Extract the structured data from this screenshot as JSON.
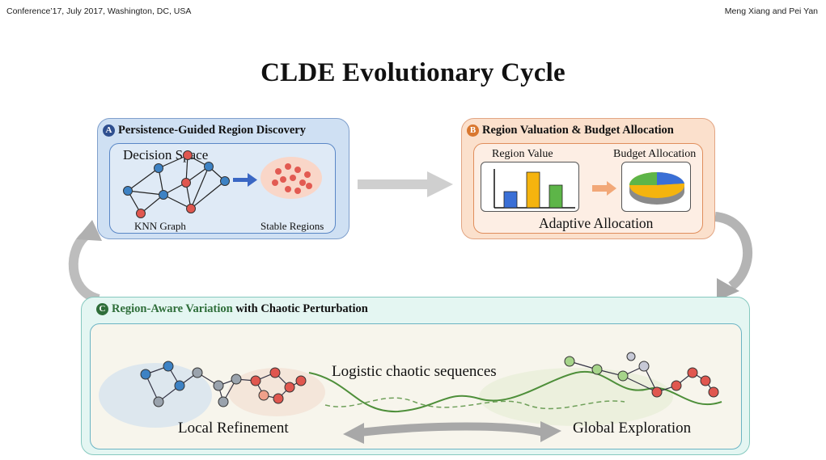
{
  "header": {
    "left": "Conference’17, July 2017, Washington, DC, USA",
    "right": "Meng Xiang and Pei Yan"
  },
  "title": "CLDE Evolutionary Cycle",
  "panel_a": {
    "badge": "A",
    "title": "Persistence-Guided Region Discovery",
    "inner_title": "Decision Space",
    "graph_label": "KNN Graph",
    "regions_label": "Stable Regions"
  },
  "panel_b": {
    "badge": "B",
    "title": "Region Valuation & Budget Allocation",
    "region_value": "Region Value",
    "budget_allocation": "Budget Allocation",
    "adaptive": "Adaptive Allocation"
  },
  "panel_c": {
    "badge": "C",
    "title_part1": "Region-Aware Variation",
    "title_part2": " with Chaotic Perturbation",
    "chaotic": "Logistic chaotic sequences",
    "local": "Local Refinement",
    "global": "Global Exploration"
  },
  "colors": {
    "badge_a": "#2f4f8f",
    "badge_b": "#d9772f",
    "badge_c": "#2f6e3a",
    "panel_a_bg": "#cfe0f3",
    "panel_b_bg": "#fbe0cc",
    "panel_c_bg": "#e4f6f2",
    "node_blue": "#3d82c4",
    "node_red": "#e0574f",
    "bar_blue": "#3a6fd6",
    "bar_yellow": "#f5b40e",
    "bar_green": "#5db548"
  }
}
